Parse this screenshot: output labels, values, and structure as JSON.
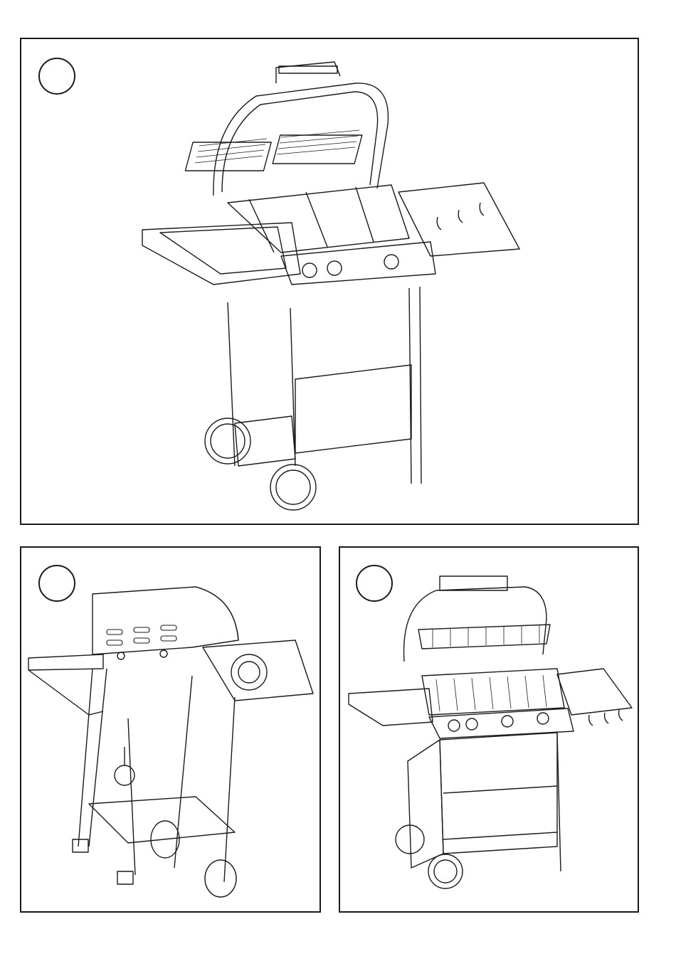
{
  "panels": [
    {
      "id": "panel-a",
      "badge_label": ""
    },
    {
      "id": "panel-b",
      "badge_label": ""
    },
    {
      "id": "panel-c",
      "badge_label": ""
    }
  ],
  "colors": {
    "line": "#1a1a1a",
    "background": "#ffffff"
  }
}
